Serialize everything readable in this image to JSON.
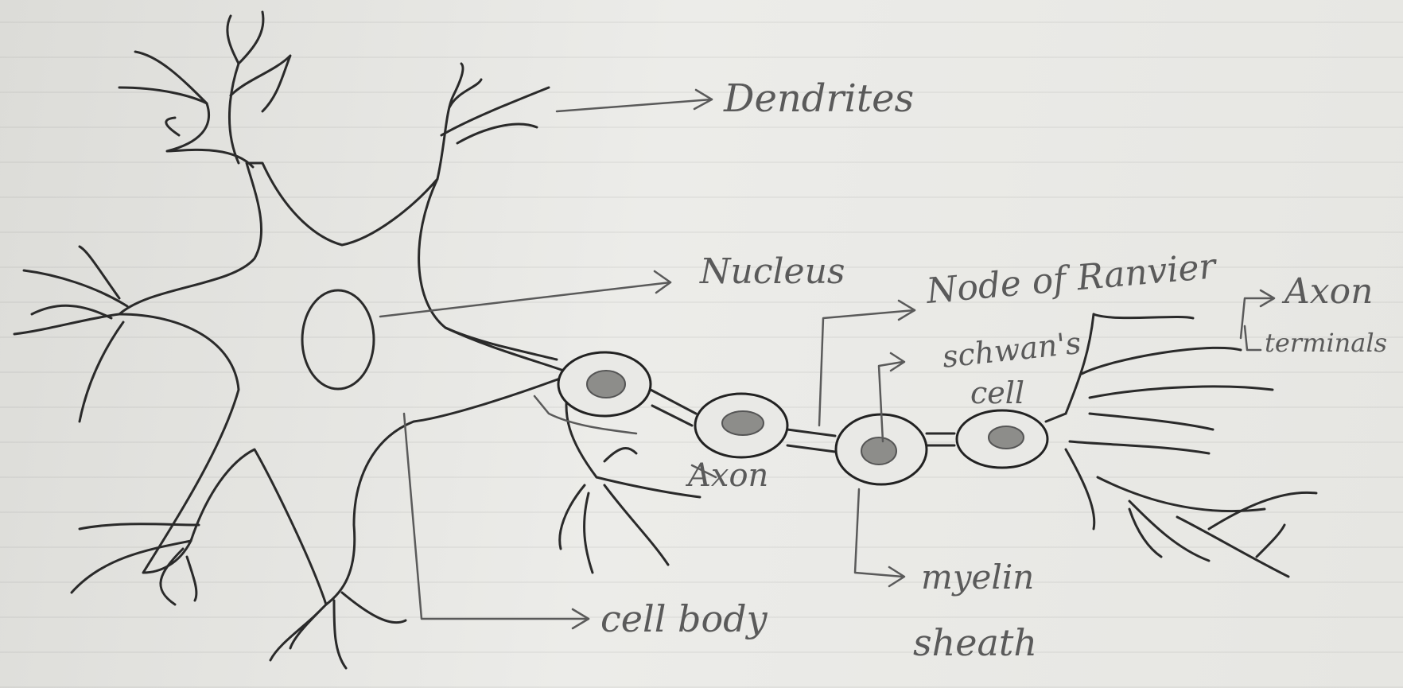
{
  "labels": {
    "dendrites": "Dendrites",
    "nucleus": "Nucleus",
    "node_of_ranvier": "Node of Ranvier",
    "schwann_cell_1": "schwan's",
    "schwann_cell_2": "cell",
    "axon_terminals_1": "Axon",
    "axon_terminals_2": "terminals",
    "axon": "Axon",
    "cell_body": "cell body",
    "myelin_sheath_1": "myelin",
    "myelin_sheath_2": "sheath"
  },
  "colors": {
    "paper": "#e6e6e2",
    "ink": "#2a2a2a",
    "pencil": "#5a5a5a",
    "schwann_core": "#8d8d8a"
  }
}
